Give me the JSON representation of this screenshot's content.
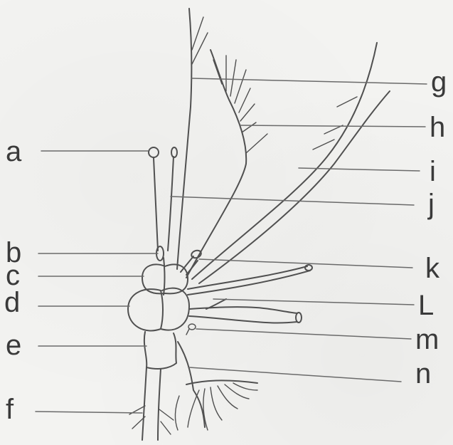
{
  "labels": {
    "a": "a",
    "b": "b",
    "c": "c",
    "d": "d",
    "e": "e",
    "f": "f",
    "g": "g",
    "h": "h",
    "i": "i",
    "j": "j",
    "k": "k",
    "L": "L",
    "m": "m",
    "n": "n"
  },
  "colors": {
    "ink": "#505050",
    "paper": "#f3f3f1"
  }
}
